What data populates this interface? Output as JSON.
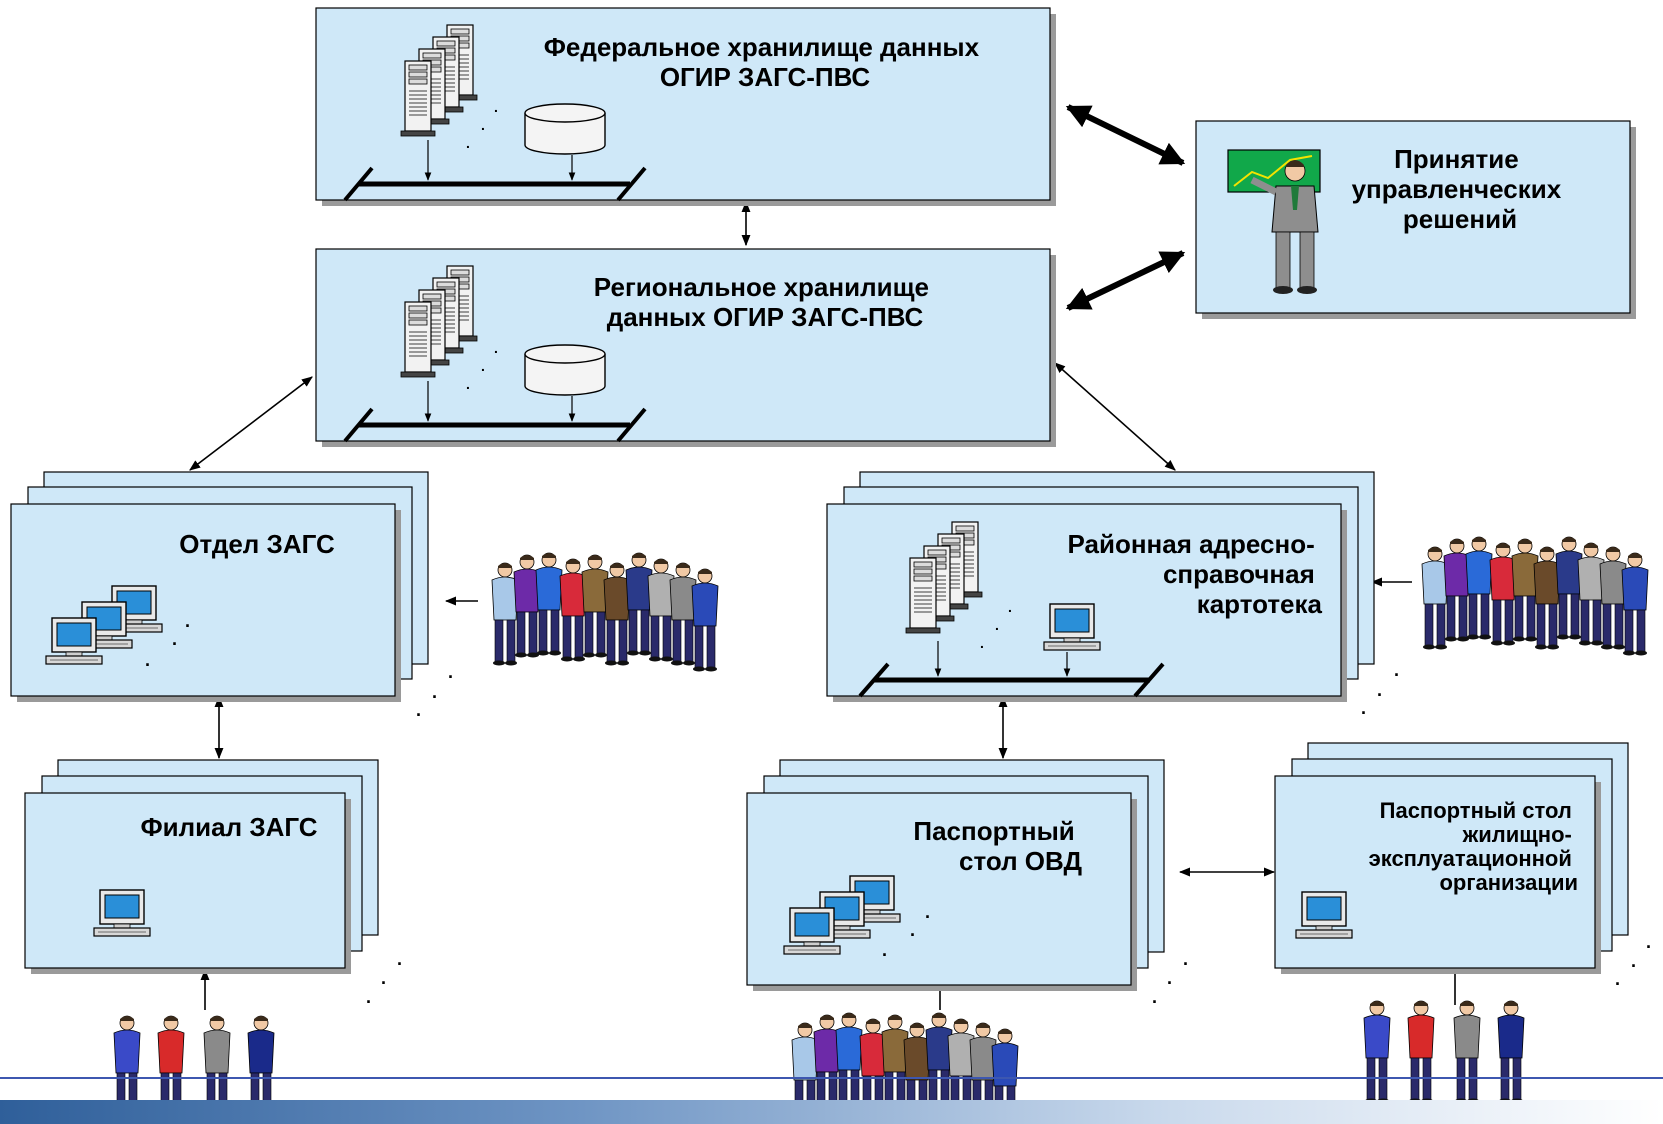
{
  "nodes": {
    "federal": {
      "title_lines": [
        "Федеральное хранилище данных",
        "ОГИР ЗАГС-ПВС"
      ]
    },
    "regional": {
      "title_lines": [
        "Региональное хранилище",
        "данных ОГИР ЗАГС-ПВС"
      ]
    },
    "decisions": {
      "title_lines": [
        "Принятие",
        "управленческих",
        "решений"
      ]
    },
    "zags_dept": {
      "title_lines": [
        "Отдел ЗАГС"
      ]
    },
    "address_bureau": {
      "title_lines": [
        "Районная адресно-",
        "справочная",
        "картотека"
      ]
    },
    "zags_branch": {
      "title_lines": [
        "Филиал ЗАГС"
      ]
    },
    "passport_ovd": {
      "title_lines": [
        "Паспортный",
        "стол ОВД"
      ]
    },
    "passport_housing": {
      "title_lines": [
        "Паспортный стол",
        "жилищно-",
        "эксплуатационной",
        "организации"
      ]
    }
  },
  "colors": {
    "box_fill": "#cfe8f8",
    "box_border": "#000000",
    "shadow": "#9a9a9a",
    "network_line": "#000000",
    "monitor_screen": "#2a8fd8",
    "chalkboard": "#11a84a",
    "footer_line": "#3d57b0"
  },
  "icons": {
    "server": "server-tower-icon",
    "database": "database-cylinder-icon",
    "workstation": "computer-workstation-icon",
    "people_group": "people-group-icon",
    "presenter": "presenter-with-chart-icon"
  }
}
